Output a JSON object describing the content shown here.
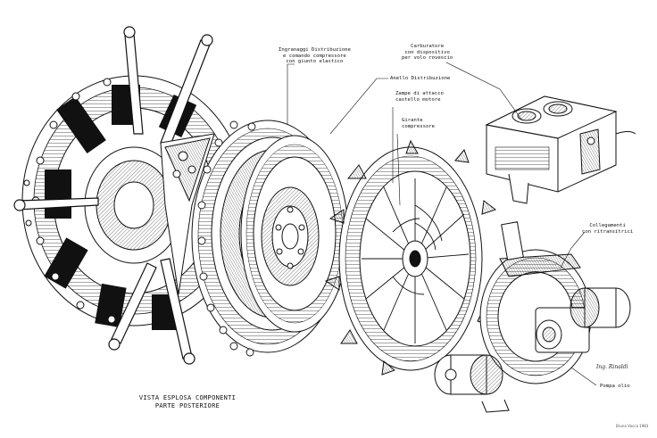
{
  "labels": {
    "ingranaggi_line1": "Ingranaggi Distribuzione",
    "ingranaggi_line2": "e comando compressore",
    "ingranaggi_line3": "con giunto elastico",
    "carburatore_line1": "Carburatore",
    "carburatore_line2": "con dispositivo",
    "carburatore_line3": "per volo rovescio",
    "anello": "Anello Distribuzione",
    "zampe_line1": "Zampe di attacco",
    "zampe_line2": "castello motore",
    "girante_line1": "Girante",
    "girante_line2": "compressore",
    "collegamenti_line1": "Collegamenti",
    "collegamenti_line2": "con ritransitrici",
    "pompa": "Pompa olio"
  },
  "caption": {
    "line1": "VISTA ESPLOSA COMPONENTI",
    "line2": "PARTE POSTERIORE"
  },
  "signature": "Ing. Rinaldi",
  "credit": "Bruno Vacca 1983"
}
